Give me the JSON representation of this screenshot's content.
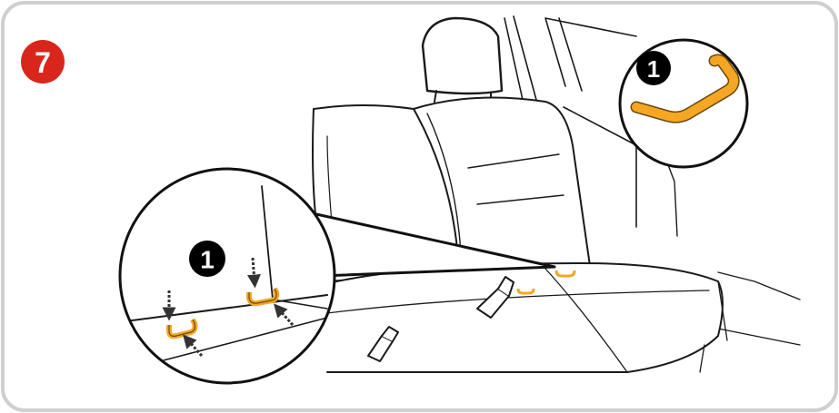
{
  "step": {
    "number": "7",
    "badge_color": "#d9261c"
  },
  "callouts": [
    {
      "id": "detail-circle",
      "label": "1"
    },
    {
      "id": "anchor-zoom-circle",
      "label": "1"
    }
  ],
  "colors": {
    "frame_border": "#cfcfcf",
    "outline": "#1a1a1a",
    "anchor_fill": "#f5a623",
    "callout_marker": "#000000",
    "arrow": "#333333"
  }
}
